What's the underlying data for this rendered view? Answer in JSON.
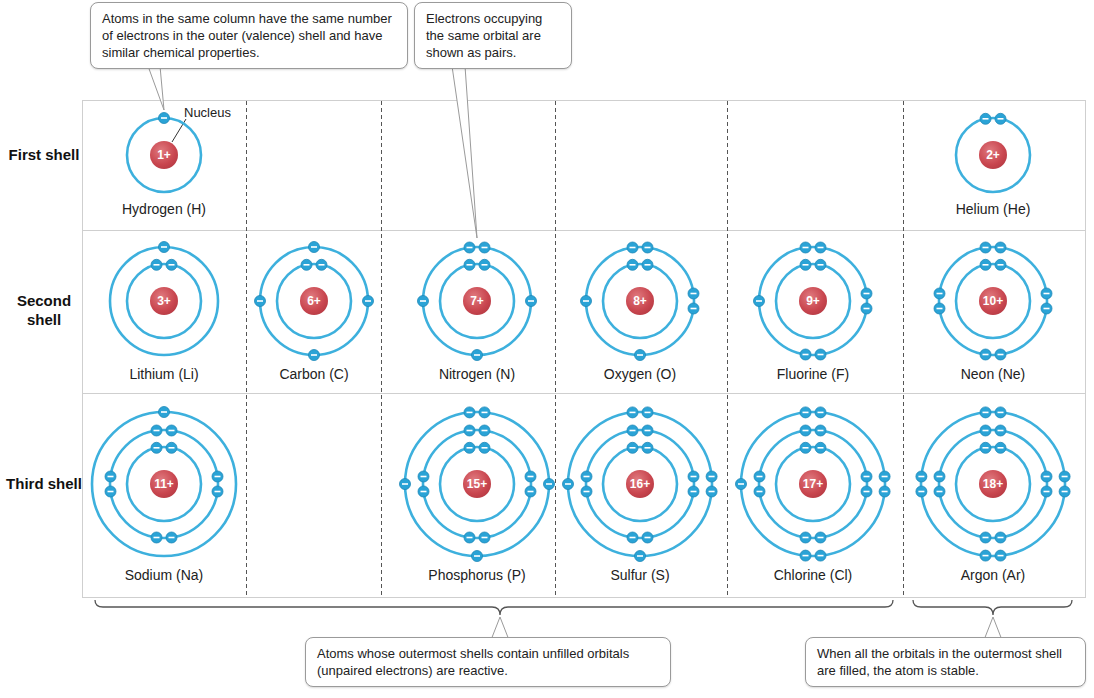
{
  "diagram": {
    "nodes": [
      {
        "text": [
          "Atoms in the same column have the same number of electrons in the outer (valence) shell and have similar chemical properties."
        ]
      },
      {
        "text": [
          "Electrons occupying the same orbital are shown as pairs."
        ]
      },
      {
        "text": [
          "1+"
        ]
      },
      {
        "text": [
          "2+"
        ]
      },
      {
        "text": [
          "3+"
        ]
      },
      {
        "text": [
          "6+"
        ]
      },
      {
        "text": [
          "7+"
        ]
      },
      {
        "text": [
          "8+"
        ]
      },
      {
        "text": [
          "9+"
        ]
      },
      {
        "text": [
          "10+"
        ]
      },
      {
        "text": [
          "11+"
        ]
      },
      {
        "text": [
          "15+"
        ]
      },
      {
        "text": [
          "16+"
        ]
      },
      {
        "text": [
          "17+"
        ]
      },
      {
        "text": [
          "18+"
        ]
      },
      {
        "text": [
          "Atoms whose outermost shells contain unfilled orbitals (unpaired electrons) are reactive."
        ]
      },
      {
        "text": [
          "When all the orbitals in the outermost shell are filled, the atom is stable."
        ]
      }
    ],
    "labels": [
      "Nucleus",
      "First shell",
      "Second shell",
      "Third shell",
      "Hydrogen (H)",
      "Helium (He)",
      "Lithium (Li)",
      "Carbon (C)",
      "Nitrogen (N)",
      "Oxygen (O)",
      "Fluorine (F)",
      "Neon (Ne)",
      "Sodium (Na)",
      "Phosphorus (P)",
      "Sulfur (S)",
      "Chlorine (Cl)",
      "Argon (Ar)"
    ]
  }
}
